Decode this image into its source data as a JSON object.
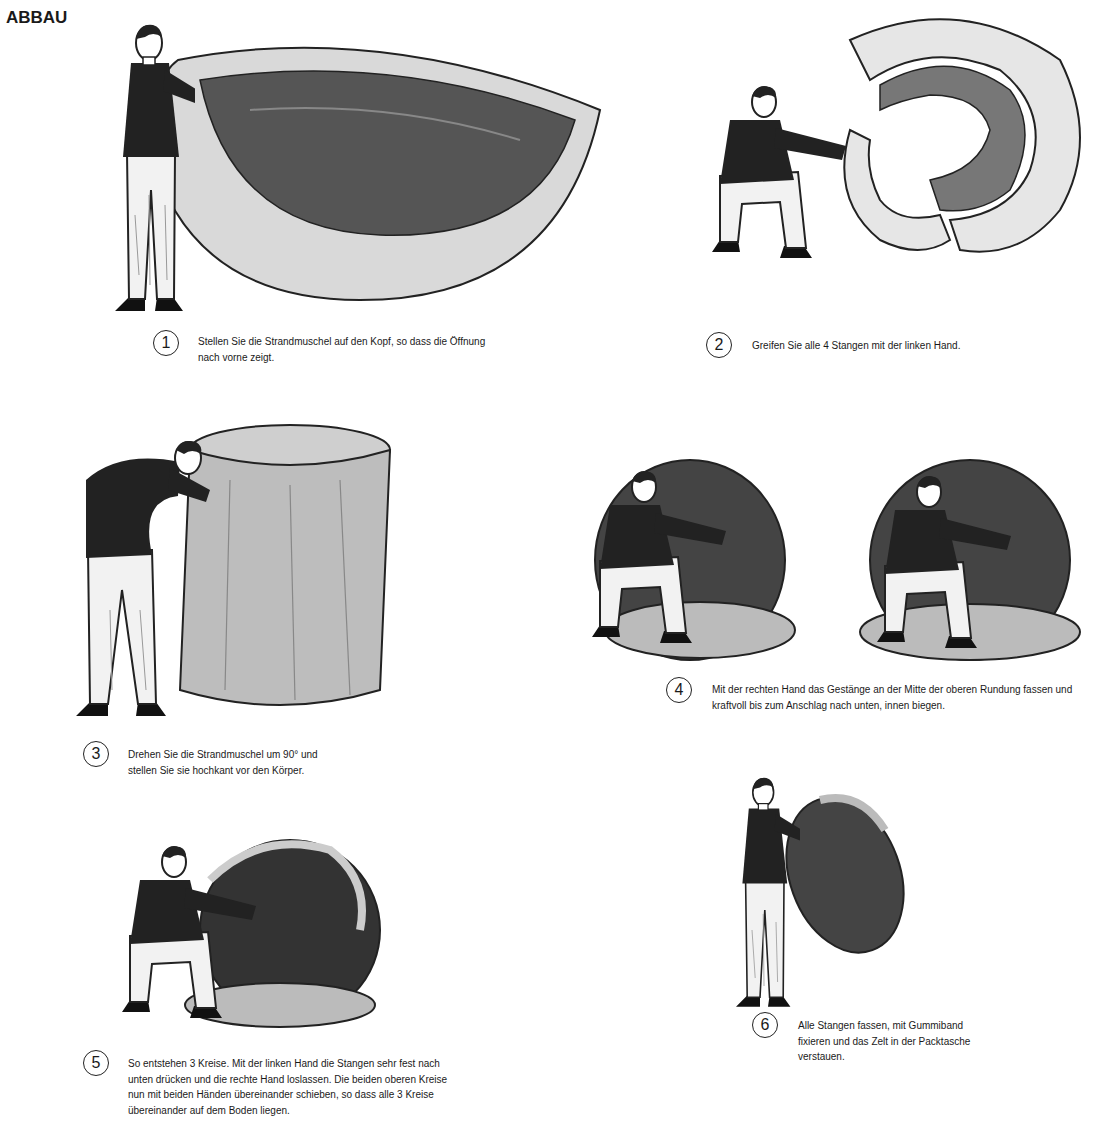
{
  "diagram": {
    "title": "ABBAU",
    "nodes": [
      {
        "text": [
          "1"
        ]
      },
      {
        "text": [
          "2"
        ]
      },
      {
        "text": [
          "3"
        ]
      },
      {
        "text": [
          "4"
        ]
      },
      {
        "text": [
          "5"
        ]
      },
      {
        "text": [
          "6"
        ]
      }
    ],
    "labels": [
      "Stellen Sie die Strandmuschel auf den Kopf, so dass die Öffnung nach vorne zeigt.",
      "Greifen Sie alle 4 Stangen mit der linken Hand.",
      "Drehen Sie die Strandmuschel um 90° und stellen Sie sie hochkant vor den Körper.",
      "Mit der rechten Hand das Gestänge an der Mitte der oberen Rundung fassen und kraftvoll bis zum Anschlag nach unten, innen biegen.",
      "So entstehen 3 Kreise. Mit der linken Hand die Stangen sehr fest nach unten drücken und die rechte Hand loslassen. Die beiden oberen Kreise nun mit beiden Händen übereinander schieben, so dass alle 3 Kreise übereinander auf dem Boden liegen.",
      "Alle Stangen fassen, mit Gummiband fixieren und das Zelt in der Packtasche verstauen."
    ]
  }
}
